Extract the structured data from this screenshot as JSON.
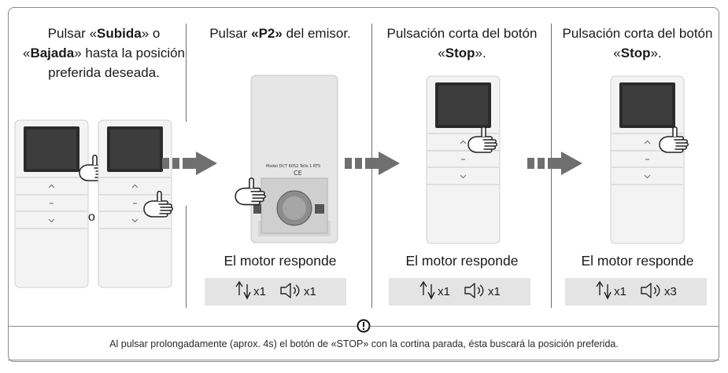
{
  "steps": [
    {
      "caption": {
        "before": "Pulsar «",
        "b1": "Subida",
        "middle": "» o «",
        "b2": "Bajada",
        "after": "» hasta la posición preferida deseada."
      },
      "or_text": "o"
    },
    {
      "caption": {
        "before": "Pulsar ",
        "b1": "«P2»",
        "after": " del emisor."
      },
      "response": "El motor responde",
      "motion_count": "x1",
      "beep_count": "x1"
    },
    {
      "caption": {
        "before": "Pulsación corta del botón «",
        "b1": "Stop",
        "after": "»."
      },
      "response": "El motor responde",
      "motion_count": "x1",
      "beep_count": "x1"
    },
    {
      "caption": {
        "before": "Pulsación corta del botón «",
        "b1": "Stop",
        "after": "»."
      },
      "response": "El motor responde",
      "motion_count": "x1",
      "beep_count": "x3"
    }
  ],
  "remote_back_label": "Model DCT 6052 Telis 1 RTS",
  "footnote": "Al pulsar prolongadamente (aprox. 4s) el botón de «STOP» con la cortina parada, ésta buscará la posición preferida.",
  "icons": [
    "remote-control-icon",
    "hand-pointer-icon",
    "right-arrow-icon",
    "motor-updown-icon",
    "speaker-icon",
    "warning-icon"
  ],
  "colors": {
    "panel": "#e4e4e4",
    "arrow": "#6f6f6f",
    "remote": "#f3f3f3"
  }
}
